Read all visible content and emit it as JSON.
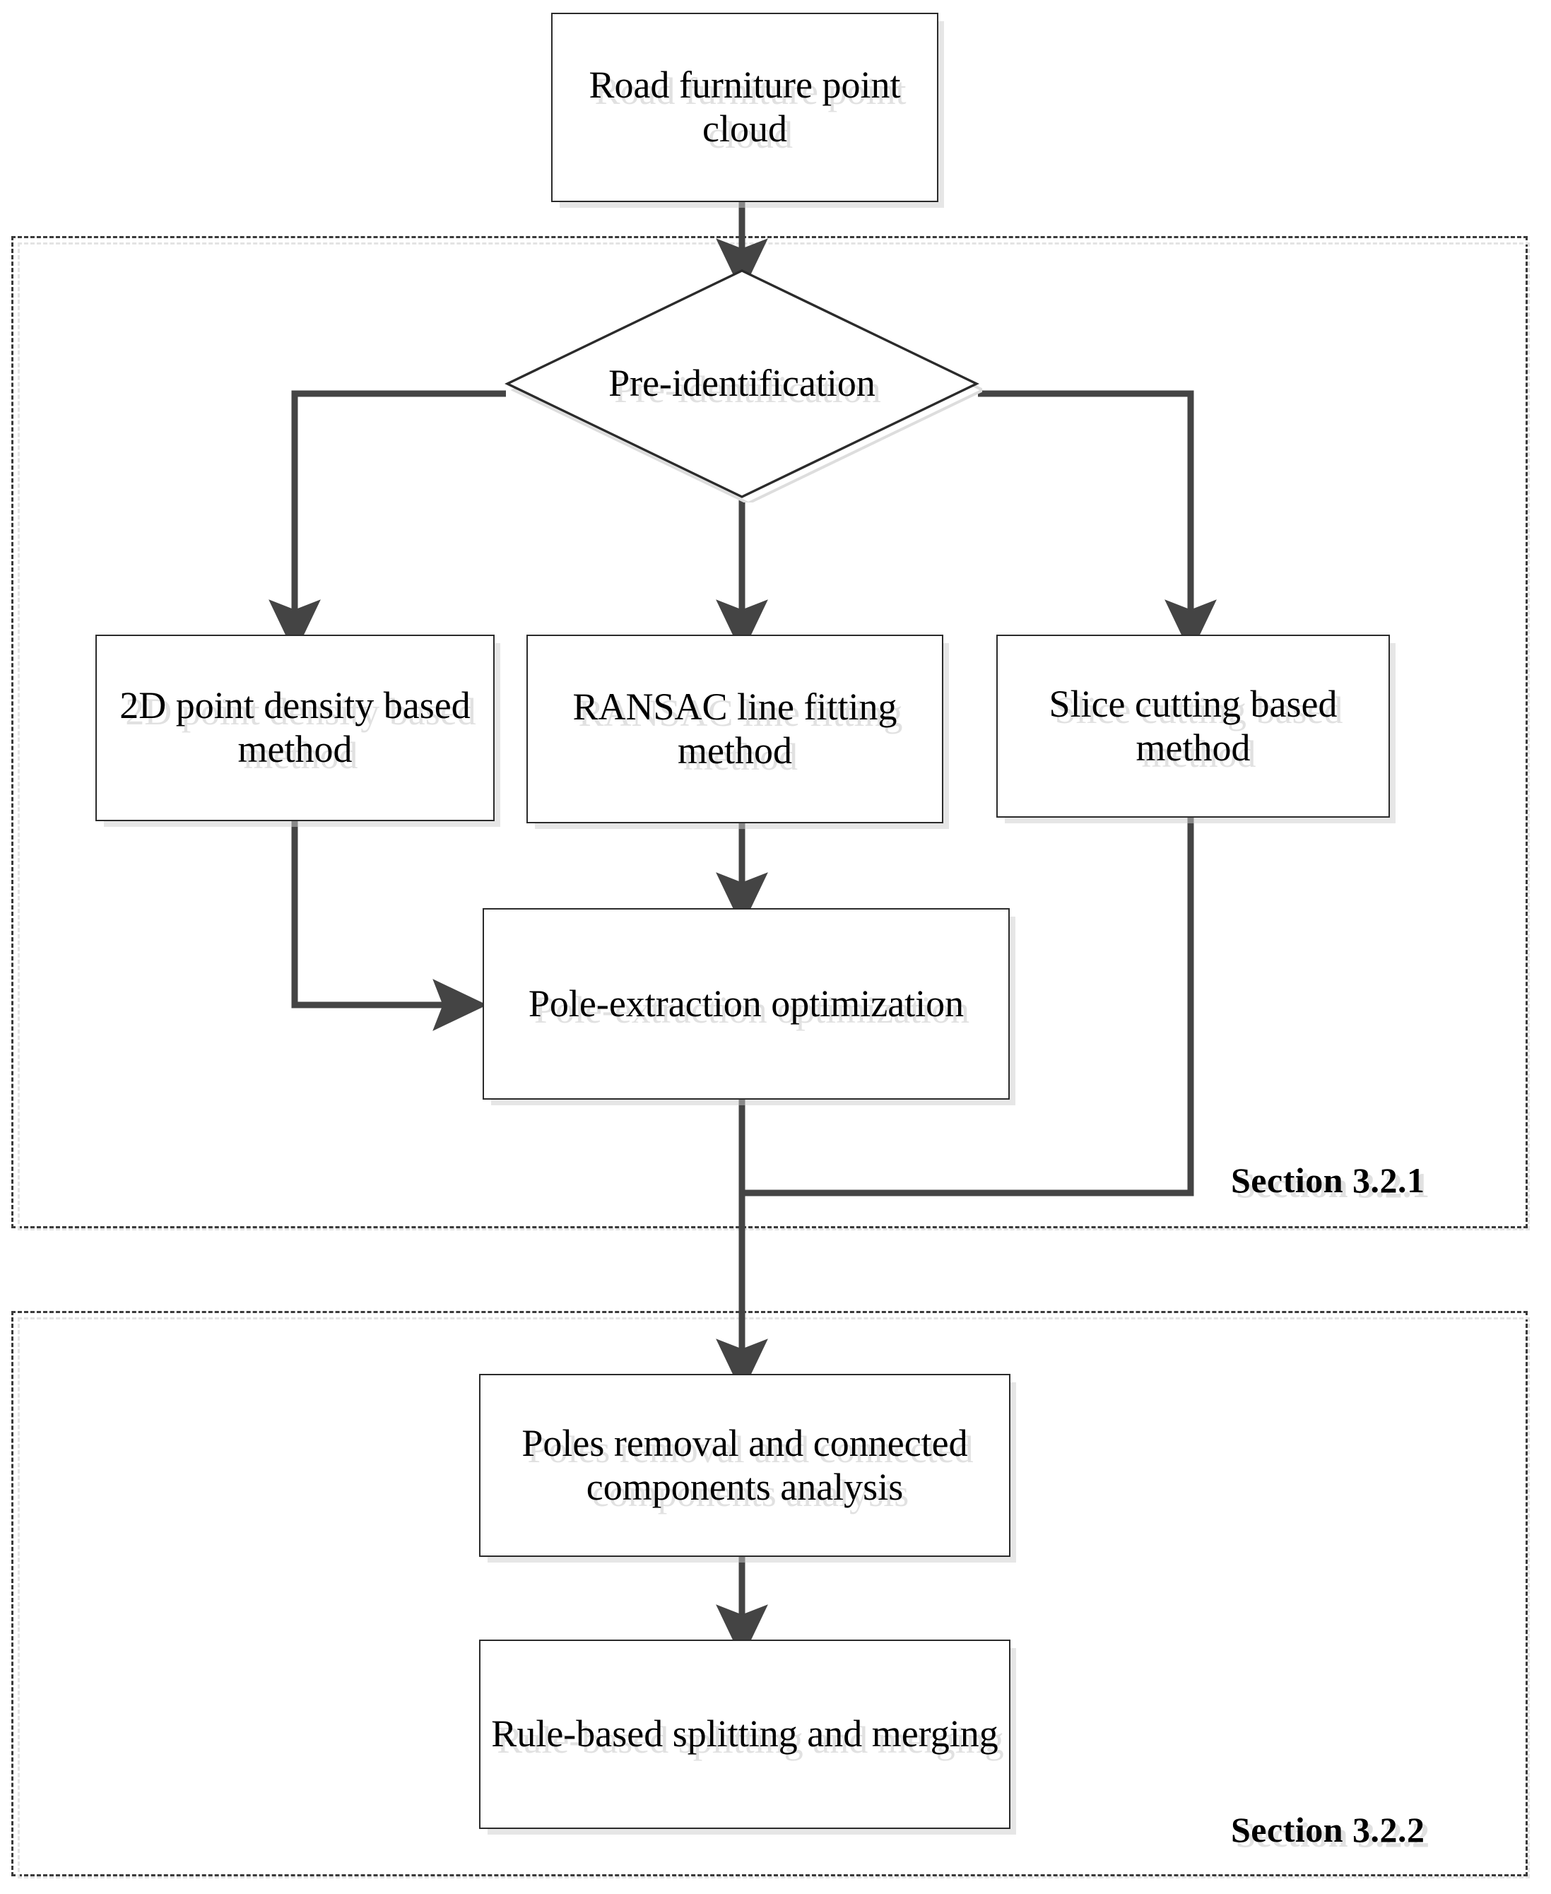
{
  "diagram": {
    "type": "flowchart",
    "title": "Road furniture point cloud processing pipeline",
    "colors": {
      "stroke": "#2b2b2b",
      "edge": "#444444",
      "section_border": "#3a3a3a",
      "shadow": "#cdcdcd",
      "background": "#ffffff",
      "text": "#000000"
    },
    "nodes": {
      "input": {
        "id": "road-furniture-point-cloud",
        "shape": "rectangle",
        "label": "Road furniture point cloud"
      },
      "decision": {
        "id": "pre-identification",
        "shape": "diamond",
        "label": "Pre-identification",
        "line1": "Pre-",
        "line2": "identification"
      },
      "method_2d": {
        "id": "2d-point-density-based-method",
        "shape": "rectangle",
        "label": "2D point density based method"
      },
      "method_ransac": {
        "id": "ransac-line-fitting-method",
        "shape": "rectangle",
        "label": "RANSAC line fitting method"
      },
      "method_slice": {
        "id": "slice-cutting-based-method",
        "shape": "rectangle",
        "label": "Slice cutting based method"
      },
      "pole_opt": {
        "id": "pole-extraction-optimization",
        "shape": "rectangle",
        "label": "Pole-extraction optimization"
      },
      "poles_removal": {
        "id": "poles-removal-and-connected-components-analysis",
        "shape": "rectangle",
        "label": "Poles removal and connected components analysis"
      },
      "rule_split": {
        "id": "rule-based-splitting-and-merging",
        "shape": "rectangle",
        "label": "Rule-based splitting and merging"
      }
    },
    "sections": [
      {
        "id": "section-321",
        "label": "Section 3.2.1"
      },
      {
        "id": "section-322",
        "label": "Section 3.2.2"
      }
    ],
    "edges": [
      {
        "from": "input",
        "to": "decision",
        "style": "straight-down",
        "arrow": true
      },
      {
        "from": "decision",
        "to": "method_2d",
        "style": "left-elbow",
        "arrow": true
      },
      {
        "from": "decision",
        "to": "method_ransac",
        "style": "straight-down",
        "arrow": true
      },
      {
        "from": "decision",
        "to": "method_slice",
        "style": "right-elbow",
        "arrow": true
      },
      {
        "from": "method_2d",
        "to": "pole_opt",
        "style": "down-then-right",
        "arrow": true
      },
      {
        "from": "method_ransac",
        "to": "pole_opt",
        "style": "straight-down",
        "arrow": true
      },
      {
        "from": "pole_opt",
        "to": "poles_removal",
        "style": "straight-down",
        "arrow": true
      },
      {
        "from": "method_slice",
        "to": "poles_removal",
        "style": "down-then-left-merge",
        "arrow": false
      },
      {
        "from": "poles_removal",
        "to": "rule_split",
        "style": "straight-down",
        "arrow": true
      }
    ]
  }
}
